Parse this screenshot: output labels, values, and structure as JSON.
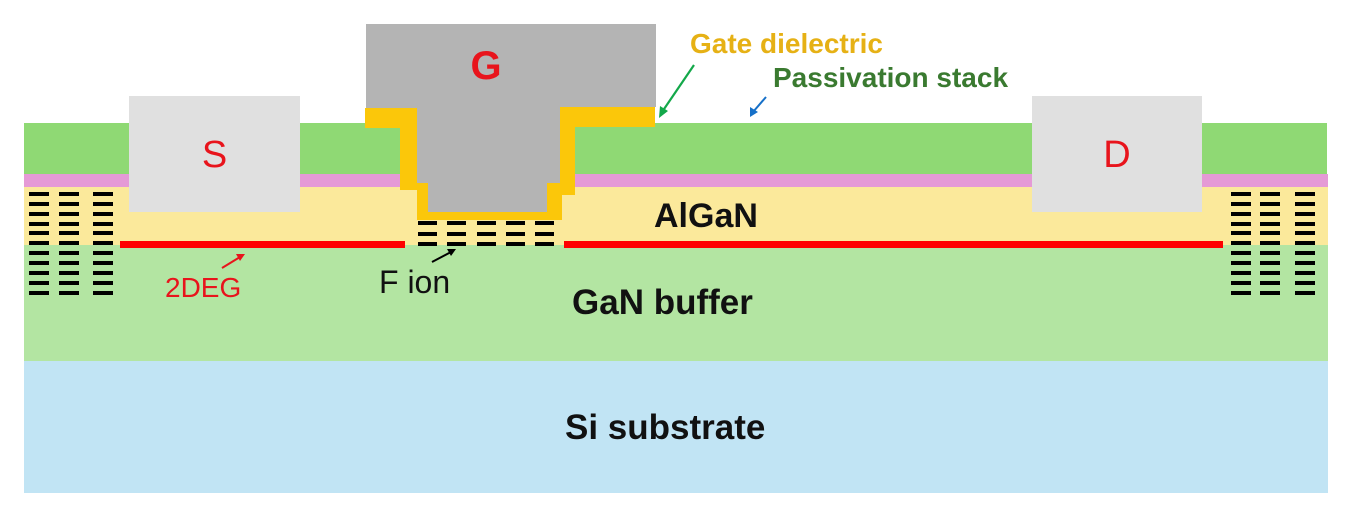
{
  "diagram": {
    "title": "Fluorine-implanted enhancement-mode GaN HEMT cross-section",
    "layers": [
      {
        "id": "si-substrate",
        "label": "Si substrate",
        "color": "#c1e4f4"
      },
      {
        "id": "gan-buffer",
        "label": "GaN buffer",
        "color": "#b3e5a2"
      },
      {
        "id": "algan",
        "label": "AlGaN",
        "color": "#fbe99b"
      },
      {
        "id": "interlayer",
        "label": "",
        "color": "#e59ad6"
      },
      {
        "id": "passivation",
        "label": "Passivation stack",
        "color": "#8fd974"
      }
    ],
    "contacts": {
      "source": {
        "label": "S",
        "fill": "#e0e0e0",
        "text_color": "#e8141c"
      },
      "drain": {
        "label": "D",
        "fill": "#e0e0e0",
        "text_color": "#e8141c"
      },
      "gate": {
        "label": "G",
        "fill": "#b4b4b4",
        "text_color": "#e8141c"
      }
    },
    "gate_dielectric": {
      "color": "#fbc70a"
    },
    "two_deg": {
      "color": "#ff0000"
    },
    "annotations": {
      "gate_dielectric": {
        "text": "Gate dielectric",
        "color": "#e6b115",
        "arrow_color": "#13a84a"
      },
      "passivation": {
        "text": "Passivation stack",
        "color": "#3a7a30",
        "arrow_color": "#1670c8"
      },
      "two_deg": {
        "text": "2DEG",
        "color": "#e8141c",
        "arrow_color": "#e8141c"
      },
      "f_ion": {
        "text": "F ion",
        "color": "#111111",
        "arrow_color": "#000000"
      }
    },
    "layer_labels": {
      "algan": "AlGaN",
      "gan_buffer": "GaN buffer",
      "si_substrate": "Si substrate"
    },
    "isolation_implant": {
      "left_columns": 3,
      "right_columns": 3,
      "rows": 11
    },
    "f_ion_implant": {
      "columns": 5,
      "rows": 3
    }
  }
}
